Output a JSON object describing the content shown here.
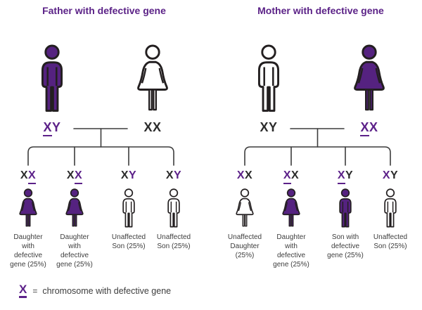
{
  "colors": {
    "purple_text": "#5c2189",
    "purple_fill": "#552280",
    "figure_outline": "#231f20",
    "body_text": "#3d3d3d",
    "tree_line": "#3c3c3c"
  },
  "legend": {
    "symbol": "X",
    "equals": "=",
    "label": "chromosome with defective gene"
  },
  "panels": [
    {
      "title": "Father with defective gene",
      "parents": [
        {
          "role": "father",
          "sex": "male",
          "affected": true,
          "genotype": [
            {
              "ch": "X",
              "defective": true
            },
            {
              "ch": "Y",
              "from_affected_parent": true
            }
          ]
        },
        {
          "role": "mother",
          "sex": "female",
          "affected": false,
          "genotype": [
            {
              "ch": "X"
            },
            {
              "ch": "X"
            }
          ]
        }
      ],
      "children": [
        {
          "sex": "female",
          "affected": true,
          "genotype": [
            {
              "ch": "X"
            },
            {
              "ch": "X",
              "defective": true
            }
          ],
          "caption": "Daughter with defective gene (25%)"
        },
        {
          "sex": "female",
          "affected": true,
          "genotype": [
            {
              "ch": "X"
            },
            {
              "ch": "X",
              "defective": true
            }
          ],
          "caption": "Daughter with defective gene (25%)"
        },
        {
          "sex": "male",
          "affected": false,
          "genotype": [
            {
              "ch": "X"
            },
            {
              "ch": "Y",
              "from_affected_parent": true
            }
          ],
          "caption": "Unaffected Son (25%)"
        },
        {
          "sex": "male",
          "affected": false,
          "genotype": [
            {
              "ch": "X"
            },
            {
              "ch": "Y",
              "from_affected_parent": true
            }
          ],
          "caption": "Unaffected Son (25%)"
        }
      ]
    },
    {
      "title": "Mother with defective gene",
      "parents": [
        {
          "role": "father",
          "sex": "male",
          "affected": false,
          "genotype": [
            {
              "ch": "X"
            },
            {
              "ch": "Y"
            }
          ]
        },
        {
          "role": "mother",
          "sex": "female",
          "affected": true,
          "genotype": [
            {
              "ch": "X",
              "defective": true
            },
            {
              "ch": "X",
              "from_affected_parent": true
            }
          ]
        }
      ],
      "children": [
        {
          "sex": "female",
          "affected": false,
          "genotype": [
            {
              "ch": "X",
              "from_affected_parent": true
            },
            {
              "ch": "X"
            }
          ],
          "caption": "Unaffected Daughter (25%)"
        },
        {
          "sex": "female",
          "affected": true,
          "genotype": [
            {
              "ch": "X",
              "defective": true
            },
            {
              "ch": "X"
            }
          ],
          "caption": "Daughter with defective gene (25%)"
        },
        {
          "sex": "male",
          "affected": true,
          "genotype": [
            {
              "ch": "X",
              "defective": true
            },
            {
              "ch": "Y"
            }
          ],
          "caption": "Son with defective gene (25%)"
        },
        {
          "sex": "male",
          "affected": false,
          "genotype": [
            {
              "ch": "X",
              "from_affected_parent": true
            },
            {
              "ch": "Y"
            }
          ],
          "caption": "Unaffected Son (25%)"
        }
      ]
    }
  ]
}
